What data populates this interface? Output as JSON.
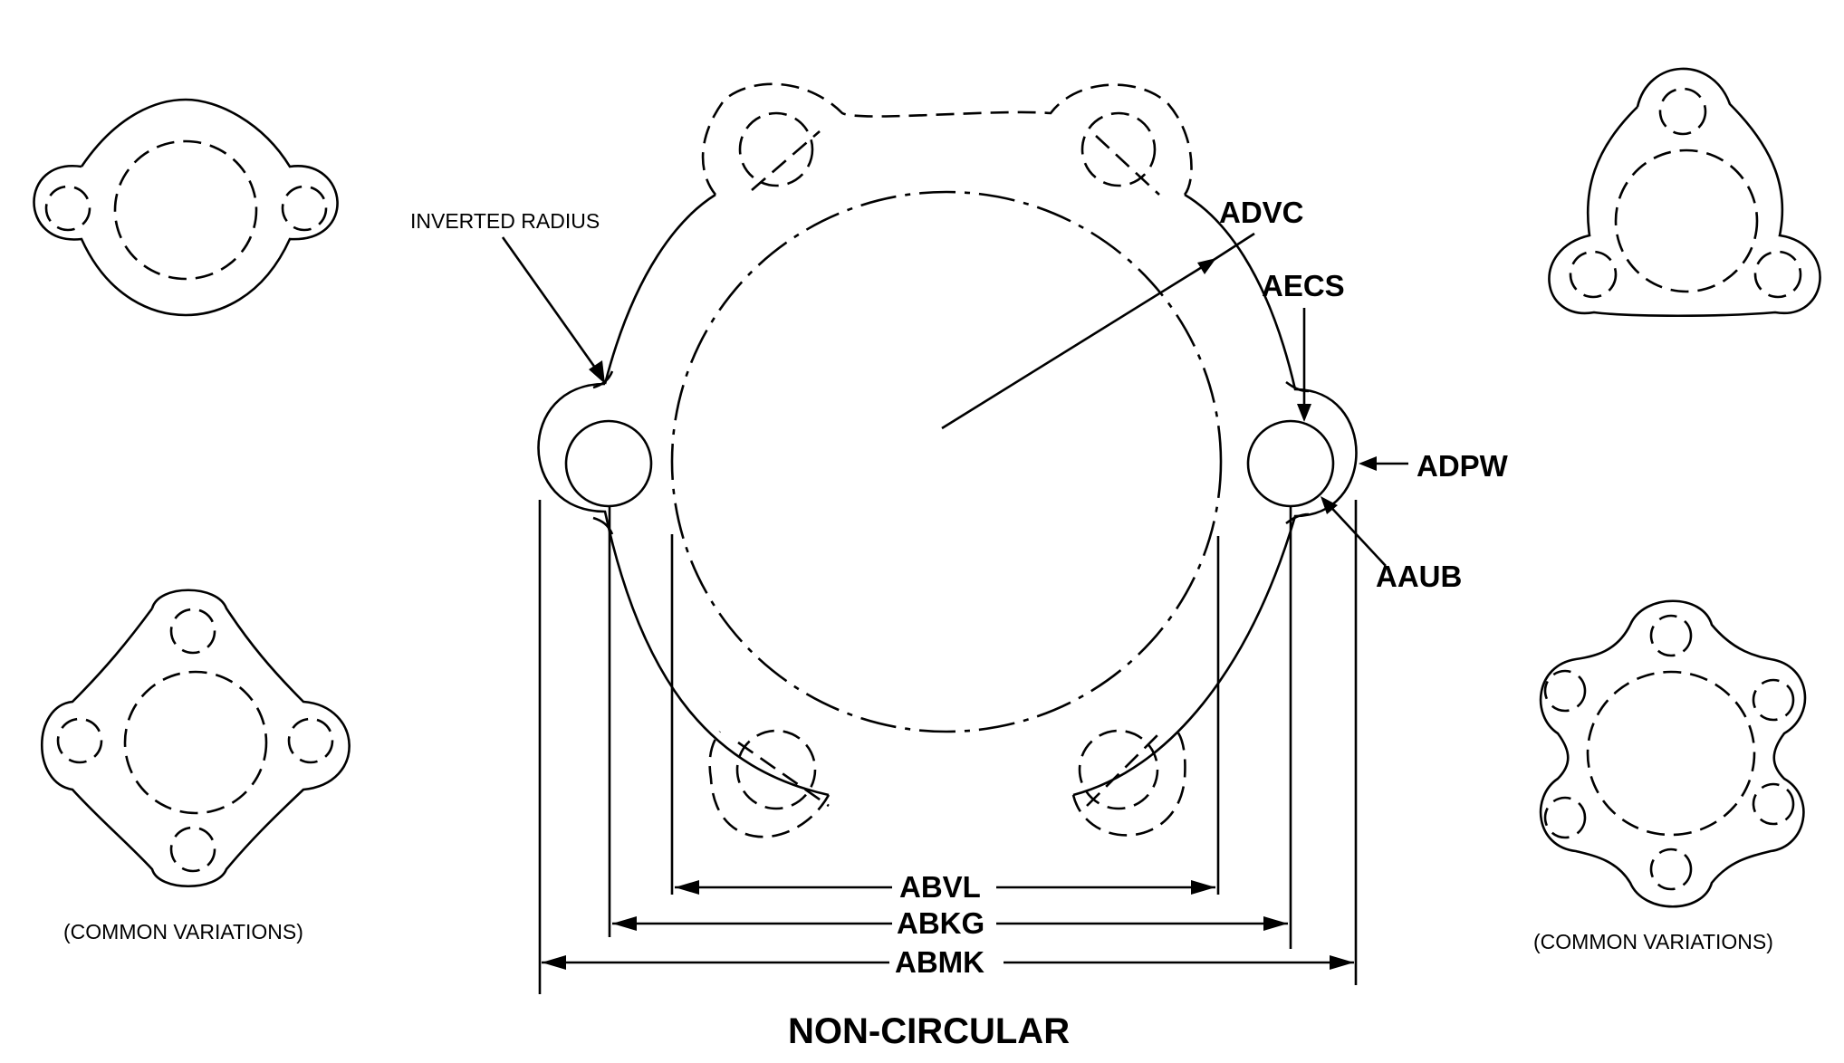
{
  "title": "NON-CIRCULAR",
  "caption_left": "(COMMON VARIATIONS)",
  "caption_right": "(COMMON VARIATIONS)",
  "callouts": {
    "inverted_radius": "INVERTED RADIUS",
    "advc": "ADVC",
    "aecs": "AECS",
    "adpw": "ADPW",
    "aaub": "AAUB"
  },
  "dimensions": {
    "abvl": "ABVL",
    "abkg": "ABKG",
    "abmk": "ABMK"
  },
  "colors": {
    "line": "#000000",
    "background": "#ffffff"
  }
}
